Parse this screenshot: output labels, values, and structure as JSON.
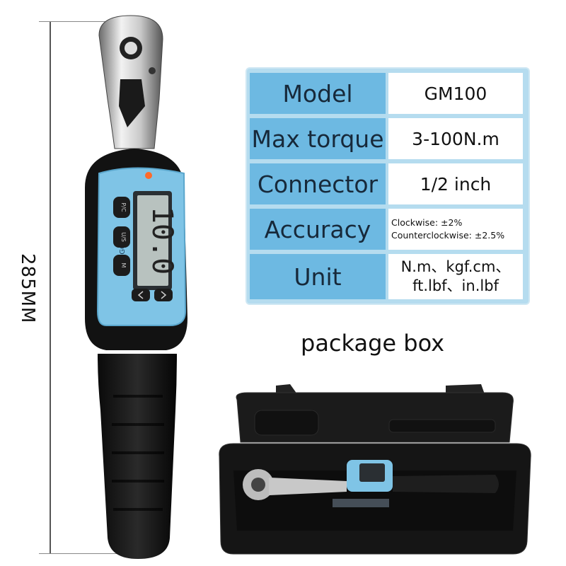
{
  "dimension": {
    "label": "285MM"
  },
  "spec_table": {
    "rows": [
      {
        "label": "Model",
        "value": "GM100"
      },
      {
        "label": "Max torque",
        "value": "3-100N.m"
      },
      {
        "label": "Connector",
        "value": "1/2 inch"
      },
      {
        "label": "Accuracy",
        "value_lines": [
          "Clockwise: ±2%",
          "Counterclockwise: ±2.5%"
        ]
      },
      {
        "label": "Unit",
        "value_lines": [
          "N.m、kgf.cm、",
          "ft.lbf、in.lbf"
        ]
      }
    ]
  },
  "package_title": "package box",
  "wrench": {
    "brand": "GOYOJO",
    "display_value": "10.0",
    "buttons": [
      "P/C",
      "U/S",
      "M"
    ]
  },
  "colors": {
    "table_bg": "#b5dcef",
    "label_bg": "#6db9e2",
    "wrench_blue": "#7fc4e6",
    "handle": "#141414"
  }
}
